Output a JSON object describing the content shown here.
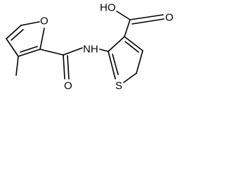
{
  "molecule": {
    "atoms": {
      "furan_oxygen": "O",
      "amide_oxygen": "O",
      "amide_nh": "NH",
      "thiophene_sulfur": "S",
      "acid_hydroxyl": "HO",
      "acid_oxygen": "O"
    },
    "colors": {
      "bond": "#000000",
      "label": "#000000",
      "background": "#ffffff"
    }
  }
}
